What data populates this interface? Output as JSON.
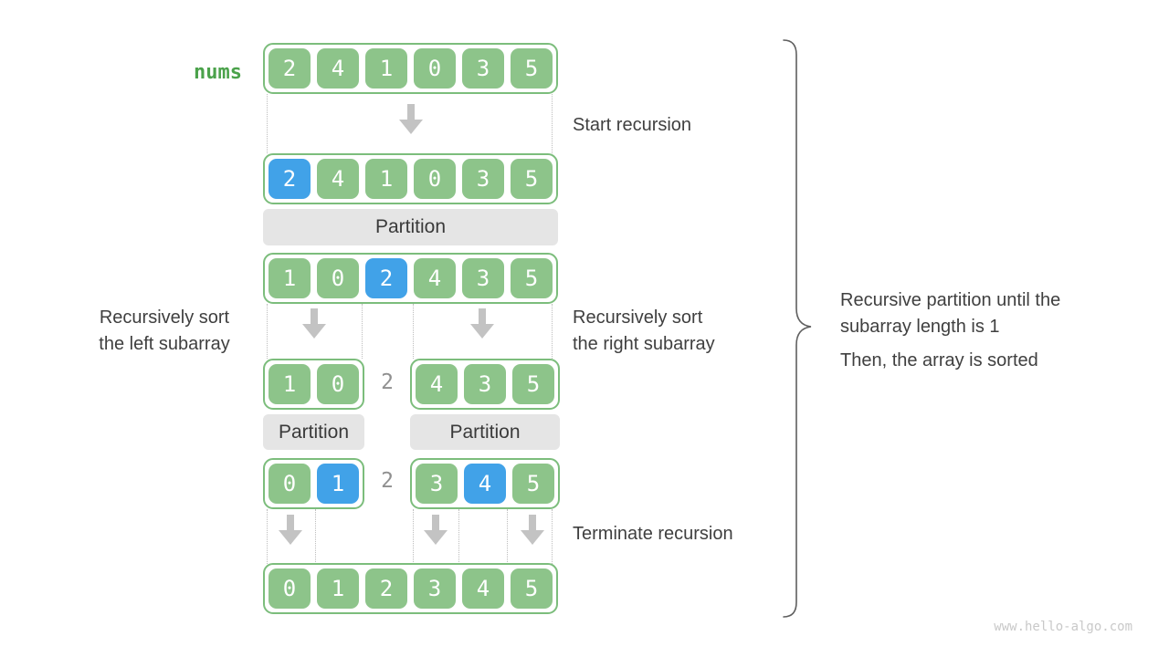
{
  "labels": {
    "nums": "nums",
    "start_recursion": "Start recursion",
    "terminate_recursion": "Terminate recursion",
    "partition": "Partition",
    "separator": "2",
    "left_sort": [
      "Recursively sort",
      "the left subarray"
    ],
    "right_sort": [
      "Recursively sort",
      "the right subarray"
    ],
    "brace_note": [
      "Recursive partition until the",
      "subarray length is 1",
      "Then, the array is sorted"
    ],
    "watermark": "www.hello-algo.com"
  },
  "colors": {
    "green": "#8dc48a",
    "blue": "#41a2e8",
    "container_border": "#7cbd7c",
    "partition_bg": "#e5e5e5",
    "arrow_gray": "#c3c3c3",
    "text_dark": "#3f3f3f",
    "nums_green": "#4ba24b"
  },
  "arrays": {
    "row1": [
      {
        "v": "2",
        "c": "green"
      },
      {
        "v": "4",
        "c": "green"
      },
      {
        "v": "1",
        "c": "green"
      },
      {
        "v": "0",
        "c": "green"
      },
      {
        "v": "3",
        "c": "green"
      },
      {
        "v": "5",
        "c": "green"
      }
    ],
    "row2": [
      {
        "v": "2",
        "c": "blue"
      },
      {
        "v": "4",
        "c": "green"
      },
      {
        "v": "1",
        "c": "green"
      },
      {
        "v": "0",
        "c": "green"
      },
      {
        "v": "3",
        "c": "green"
      },
      {
        "v": "5",
        "c": "green"
      }
    ],
    "row3": [
      {
        "v": "1",
        "c": "green"
      },
      {
        "v": "0",
        "c": "green"
      },
      {
        "v": "2",
        "c": "blue"
      },
      {
        "v": "4",
        "c": "green"
      },
      {
        "v": "3",
        "c": "green"
      },
      {
        "v": "5",
        "c": "green"
      }
    ],
    "row4_left": [
      {
        "v": "1",
        "c": "green"
      },
      {
        "v": "0",
        "c": "green"
      }
    ],
    "row4_right": [
      {
        "v": "4",
        "c": "green"
      },
      {
        "v": "3",
        "c": "green"
      },
      {
        "v": "5",
        "c": "green"
      }
    ],
    "row5_left": [
      {
        "v": "0",
        "c": "green"
      },
      {
        "v": "1",
        "c": "blue"
      }
    ],
    "row5_right": [
      {
        "v": "3",
        "c": "green"
      },
      {
        "v": "4",
        "c": "blue"
      },
      {
        "v": "5",
        "c": "green"
      }
    ],
    "row6": [
      {
        "v": "0",
        "c": "green"
      },
      {
        "v": "1",
        "c": "green"
      },
      {
        "v": "2",
        "c": "green"
      },
      {
        "v": "3",
        "c": "green"
      },
      {
        "v": "4",
        "c": "green"
      },
      {
        "v": "5",
        "c": "green"
      }
    ]
  }
}
